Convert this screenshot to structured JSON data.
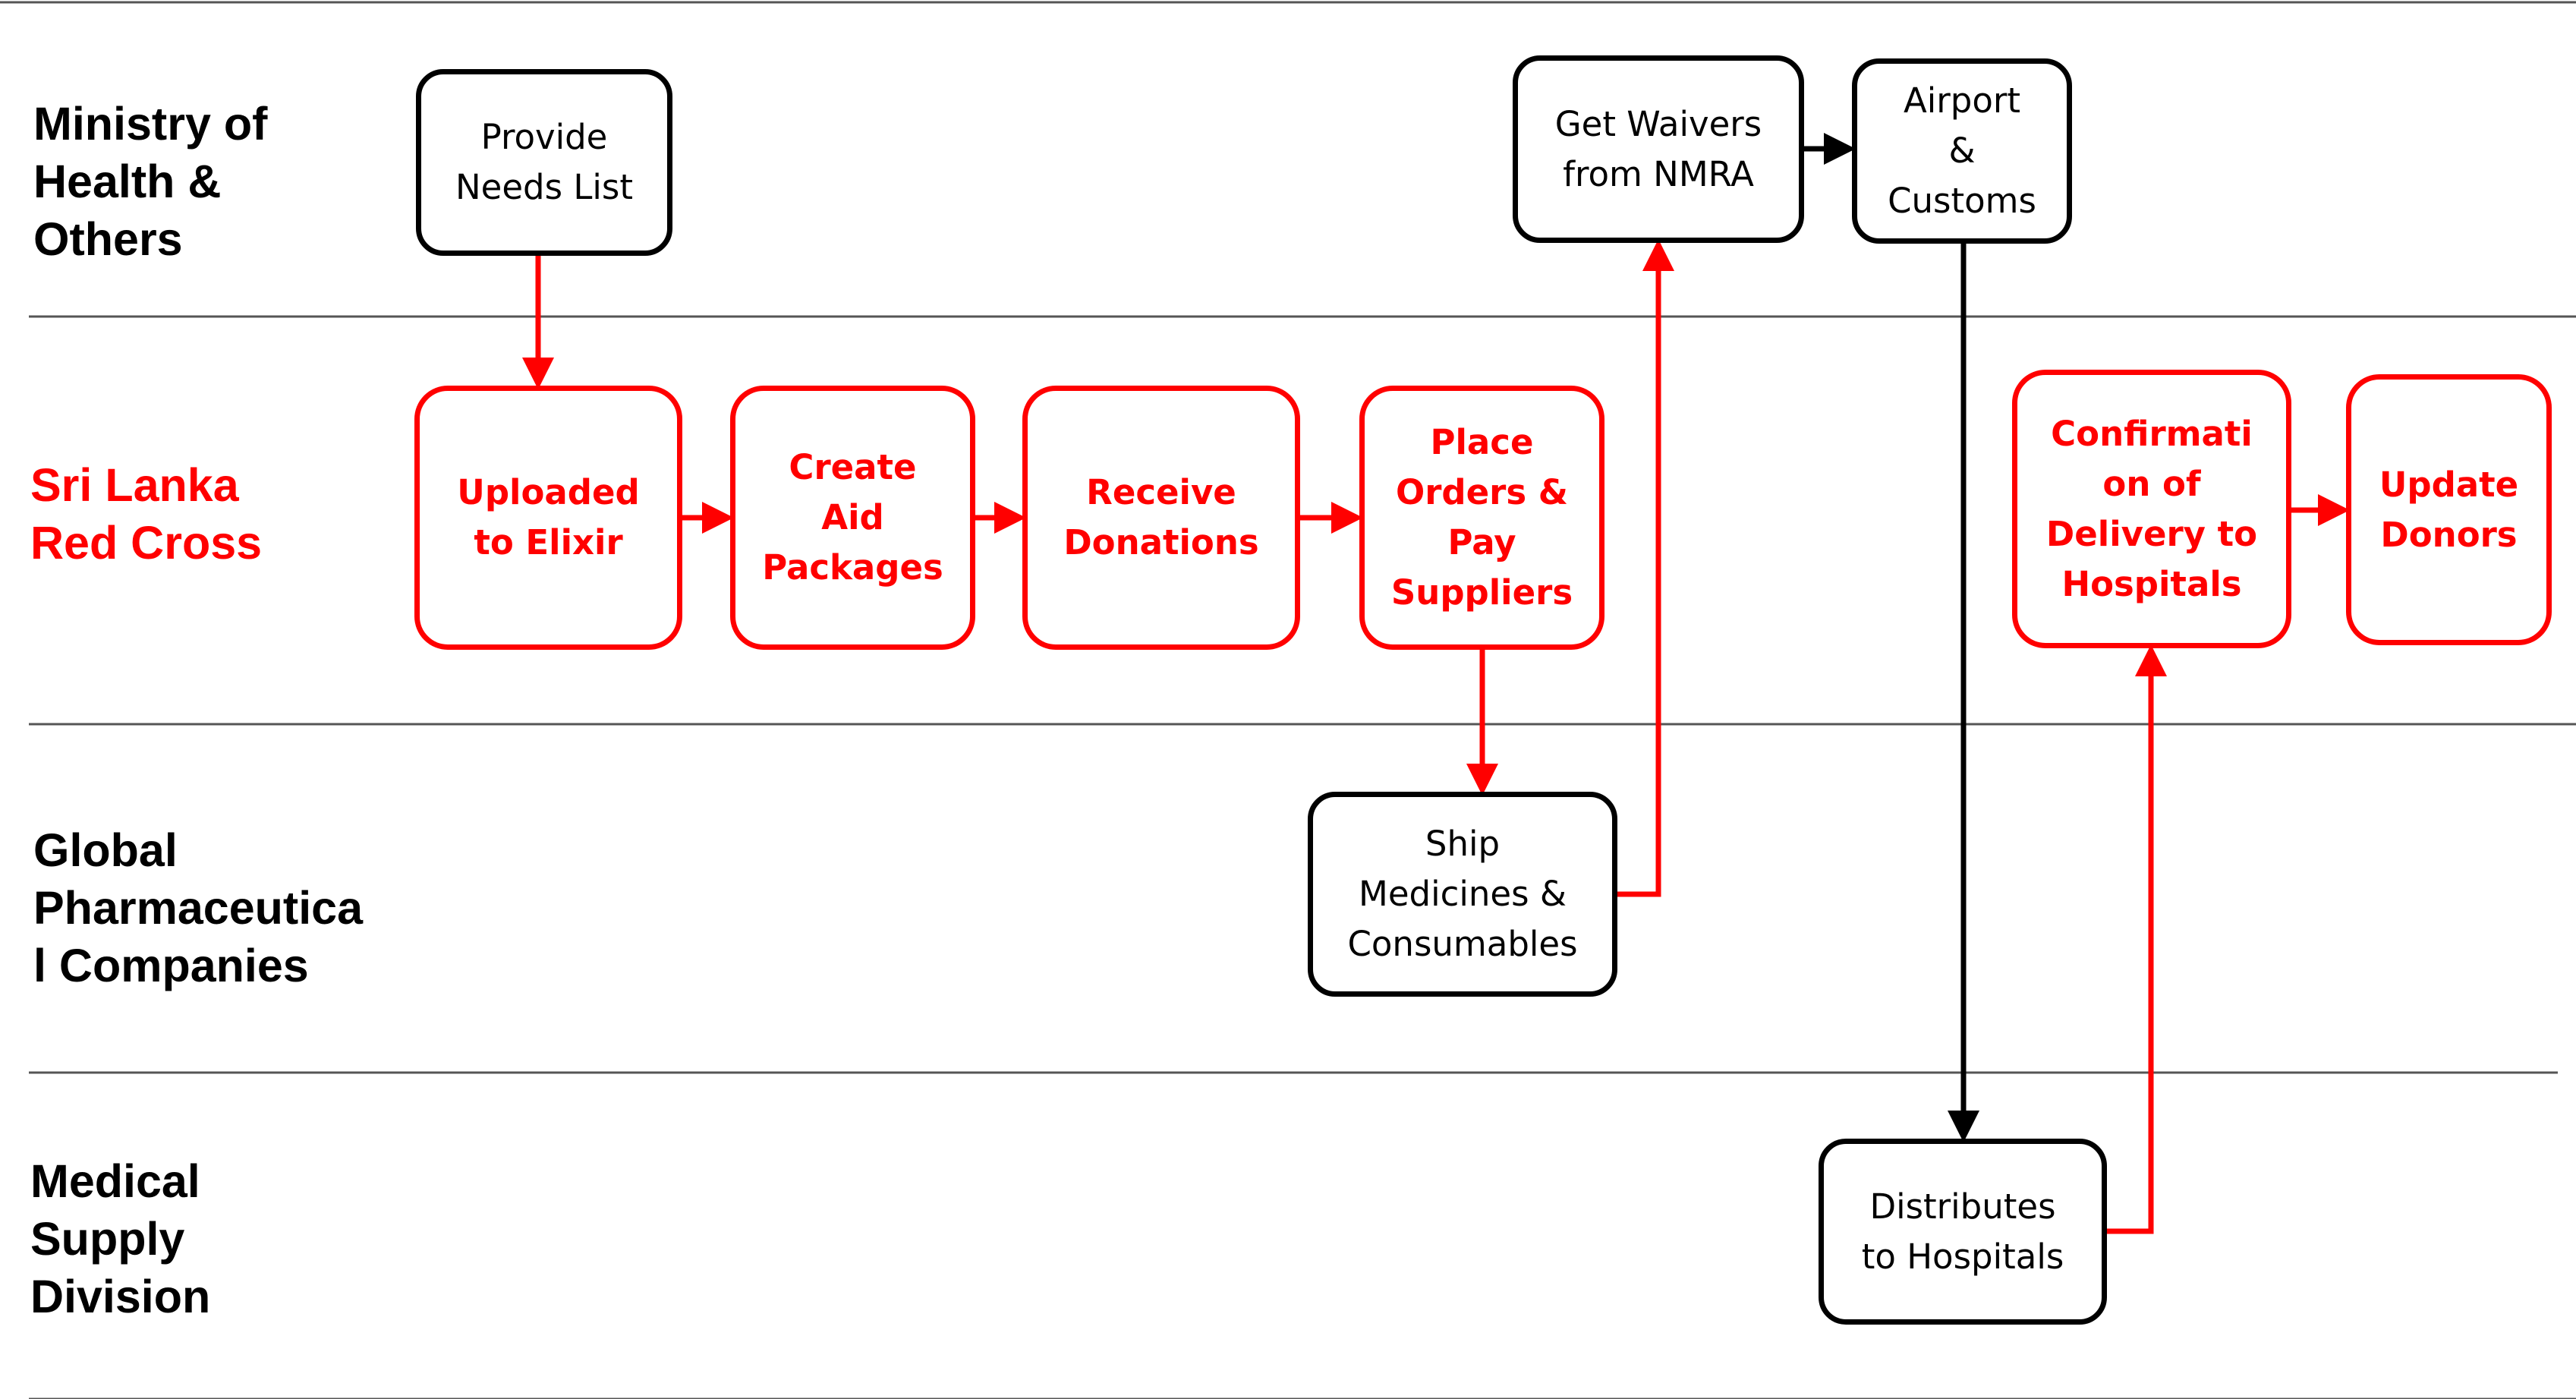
{
  "colors": {
    "black": "#000000",
    "red": "#ff0000",
    "line": "#555555"
  },
  "lanes": [
    {
      "id": "moh",
      "label": "Ministry of\nHealth &\nOthers"
    },
    {
      "id": "slrc",
      "label": "Sri Lanka\nRed Cross"
    },
    {
      "id": "gpc",
      "label": "Global\nPharmaceutica\nl Companies"
    },
    {
      "id": "msd",
      "label": "Medical\nSupply\nDivision"
    }
  ],
  "nodes": {
    "needs": "Provide\nNeeds List",
    "waivers": "Get Waivers\nfrom NMRA",
    "airport": "Airport\n&\nCustoms",
    "uploaded": "Uploaded\nto Elixir",
    "aid": "Create\nAid\nPackages",
    "donations": "Receive\nDonations",
    "orders": "Place\nOrders &\nPay\nSuppliers",
    "confirm": "Confirmati\non of\nDelivery to\nHospitals",
    "update": "Update\nDonors",
    "ship": "Ship\nMedicines &\nConsumables",
    "distribute": "Distributes\nto Hospitals"
  }
}
